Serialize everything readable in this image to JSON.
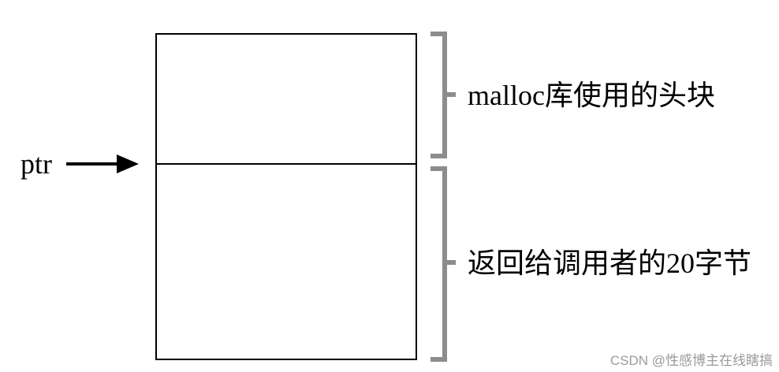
{
  "pointer": {
    "label": "ptr"
  },
  "blocks": {
    "header_label": "malloc库使用的头块",
    "payload_label": "返回给调用者的20字节"
  },
  "watermark": "CSDN @性感博主在线瞎搞",
  "colors": {
    "line": "#000000",
    "bracket": "#8c8c8c",
    "watermark": "#9a9a9a",
    "background": "#ffffff"
  }
}
